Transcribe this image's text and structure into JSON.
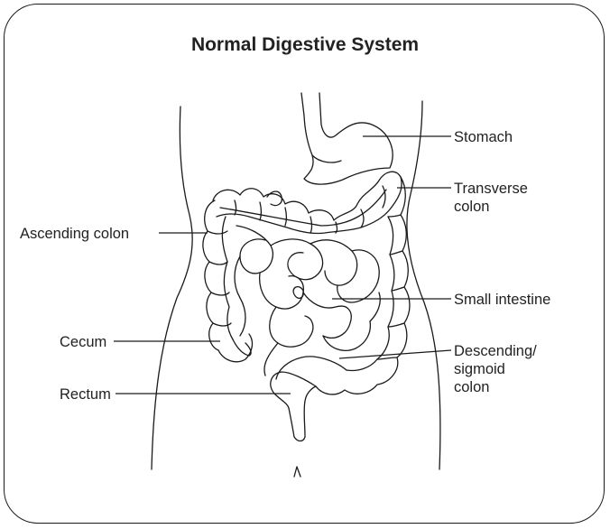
{
  "title": "Normal Digestive System",
  "labels": {
    "stomach": "Stomach",
    "transverse_1": "Transverse",
    "transverse_2": "colon",
    "ascending": "Ascending colon",
    "small_intestine": "Small intestine",
    "cecum": "Cecum",
    "descending_1": "Descending/",
    "descending_2": "sigmoid",
    "descending_3": "colon",
    "rectum": "Rectum"
  },
  "colors": {
    "line": "#1a1a1a",
    "text": "#222222"
  }
}
